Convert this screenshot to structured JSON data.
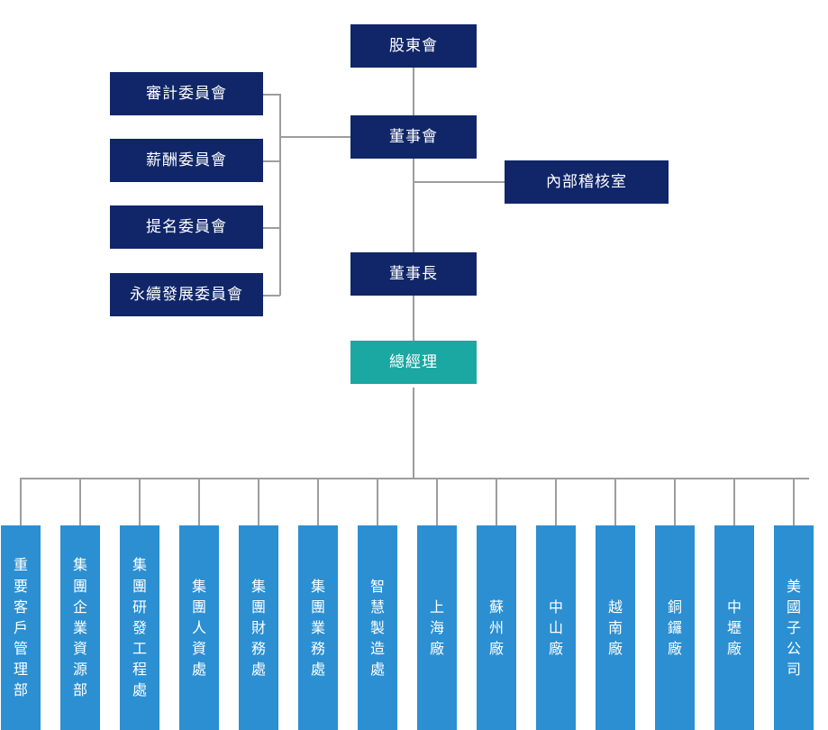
{
  "chart": {
    "title_text": "",
    "colors": {
      "navy": "#102668",
      "teal": "#1BA8A2",
      "department_blue": "#2B8FD2",
      "connector_gray": "#9d9d9d",
      "background": "#ffffff",
      "text": "#ffffff"
    }
  },
  "top": {
    "shareholders": "股東會",
    "board": "董事會",
    "chairman": "董事長",
    "general_manager": "總經理",
    "internal_audit": "內部稽核室"
  },
  "committees": [
    {
      "label": "審計委員會"
    },
    {
      "label": "薪酬委員會"
    },
    {
      "label": "提名委員會"
    },
    {
      "label": "永續發展委員會"
    }
  ],
  "departments": [
    {
      "label": "重要客戶管理部",
      "chars": [
        "重",
        "要",
        "客",
        "戶",
        "管",
        "理",
        "部"
      ]
    },
    {
      "label": "集團企業資源部",
      "chars": [
        "集",
        "團",
        "企",
        "業",
        "資",
        "源",
        "部"
      ]
    },
    {
      "label": "集團研發工程處",
      "chars": [
        "集",
        "團",
        "研",
        "發",
        "工",
        "程",
        "處"
      ]
    },
    {
      "label": "集團人資處",
      "chars": [
        "集",
        "團",
        "人",
        "資",
        "處"
      ]
    },
    {
      "label": "集團財務處",
      "chars": [
        "集",
        "團",
        "財",
        "務",
        "處"
      ]
    },
    {
      "label": "集團業務處",
      "chars": [
        "集",
        "團",
        "業",
        "務",
        "處"
      ]
    },
    {
      "label": "智慧製造處",
      "chars": [
        "智",
        "慧",
        "製",
        "造",
        "處"
      ]
    },
    {
      "label": "上海廠",
      "chars": [
        "上",
        "海",
        "廠"
      ]
    },
    {
      "label": "蘇州廠",
      "chars": [
        "蘇",
        "州",
        "廠"
      ]
    },
    {
      "label": "中山廠",
      "chars": [
        "中",
        "山",
        "廠"
      ]
    },
    {
      "label": "越南廠",
      "chars": [
        "越",
        "南",
        "廠"
      ]
    },
    {
      "label": "銅鑼廠",
      "chars": [
        "銅",
        "鑼",
        "廠"
      ]
    },
    {
      "label": "中壢廠",
      "chars": [
        "中",
        "壢",
        "廠"
      ]
    },
    {
      "label": "美國子公司",
      "chars": [
        "美",
        "國",
        "子",
        "公",
        "司"
      ]
    }
  ]
}
